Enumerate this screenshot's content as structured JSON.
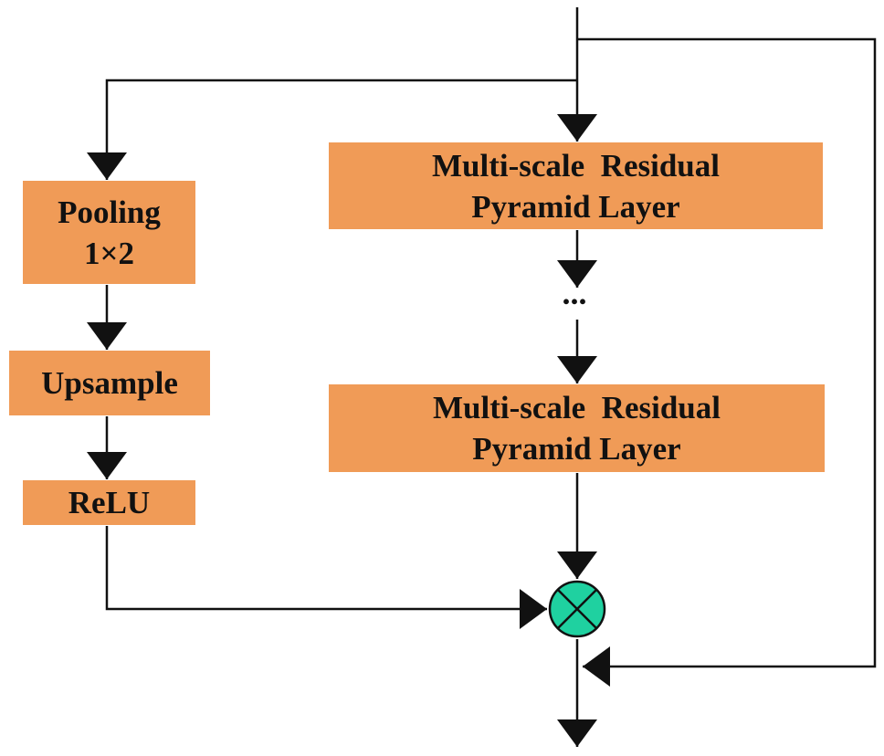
{
  "colors": {
    "block_fill": "#f09b57",
    "merge_fill": "#1fd1a0",
    "line": "#111111"
  },
  "blocks": {
    "pooling": {
      "line1": "Pooling",
      "line2": "1×2"
    },
    "upsample": {
      "label": "Upsample"
    },
    "relu": {
      "label": "ReLU"
    },
    "msrp_top": {
      "line1": "Multi-scale  Residual",
      "line2": "Pyramid Layer"
    },
    "msrp_bottom": {
      "line1": "Multi-scale  Residual",
      "line2": "Pyramid Layer"
    }
  },
  "ellipsis": "...",
  "merge_node": {
    "icon": "multiply-circle-icon"
  }
}
